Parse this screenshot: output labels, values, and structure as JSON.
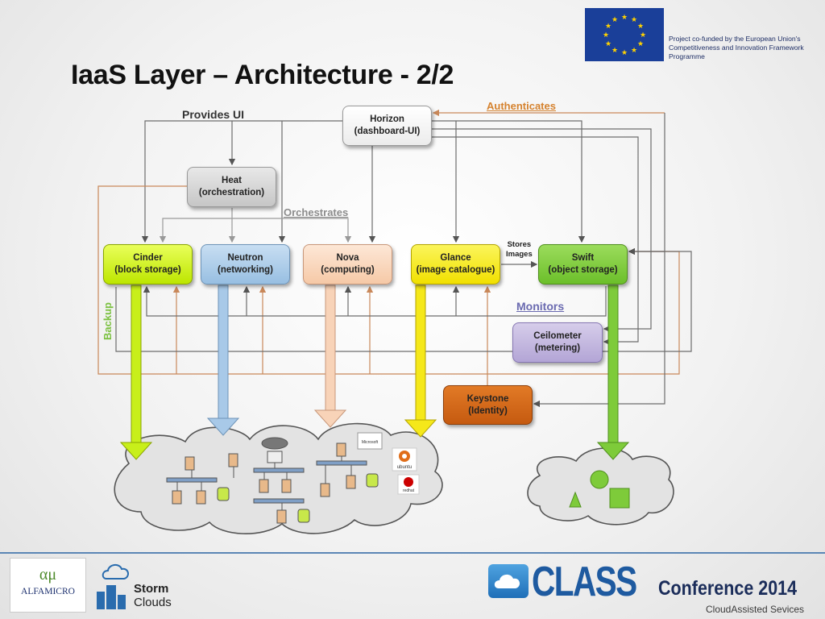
{
  "slide": {
    "title": "IaaS Layer – Architecture - 2/2",
    "eu_text": "Project co-funded by the European Union's Competitiveness and Innovation Framework Programme"
  },
  "diagram": {
    "nodes": {
      "horizon": {
        "line1": "Horizon",
        "line2": "(dashboard-UI)"
      },
      "heat": {
        "line1": "Heat",
        "line2": "(orchestration)"
      },
      "cinder": {
        "line1": "Cinder",
        "line2": "(block storage)"
      },
      "neutron": {
        "line1": "Neutron",
        "line2": "(networking)"
      },
      "nova": {
        "line1": "Nova",
        "line2": "(computing)"
      },
      "glance": {
        "line1": "Glance",
        "line2": "(image catalogue)"
      },
      "swift": {
        "line1": "Swift",
        "line2": "(object storage)"
      },
      "ceilometer": {
        "line1": "Ceilometer",
        "line2": "(metering)"
      },
      "keystone": {
        "line1": "Keystone",
        "line2": "(Identity)"
      }
    },
    "labels": {
      "provides_ui": "Provides UI",
      "authenticates": "Authenticates",
      "orchestrates": "Orchestrates",
      "stores_line1": "Stores",
      "stores_line2": "Images",
      "monitors": "Monitors",
      "backup": "Backup"
    },
    "os_logos": {
      "microsoft": "Microsoft",
      "ubuntu": "ubuntu",
      "redhat": "redhat"
    },
    "colors": {
      "cinder": "#c8ef1a",
      "neutron": "#a8c9e8",
      "nova": "#f8d3b8",
      "glance": "#f5e81a",
      "swift": "#7ecb3a",
      "keystone": "#d4681a",
      "authenticates": "#c9885a",
      "monitors": "#6a6ab0"
    }
  },
  "footer": {
    "alfamicro_symbol": "αμ",
    "alfamicro_name": "ALFAMICRO",
    "storm_line1": "Storm",
    "storm_line2": "Clouds",
    "class_label": "CLASS",
    "conference_label": "Conference 2014",
    "tagline": "CloudAssisted Sevices"
  }
}
